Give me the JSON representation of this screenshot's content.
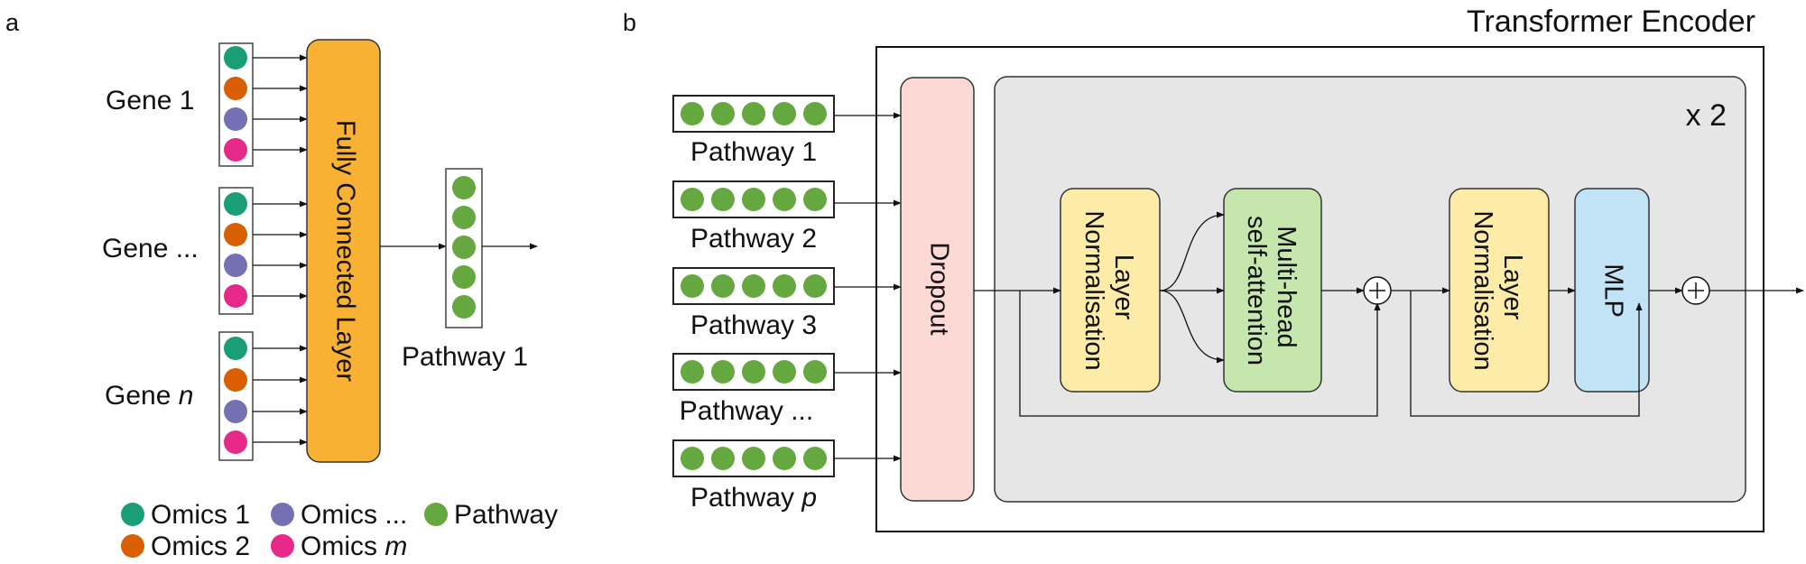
{
  "panel_a": {
    "label": "a",
    "genes": [
      "Gene 1",
      "Gene ...",
      "Gene "
    ],
    "gene_n_suffix": "n",
    "fc_label": "Fully Connected Layer",
    "pathway_label": "Pathway 1",
    "legend": {
      "omics1": "Omics 1",
      "omics_dots": "Omics ...",
      "pathway": "Pathway",
      "omics2": "Omics 2",
      "omicsm_prefix": "Omics ",
      "omicsm_suffix": "m"
    }
  },
  "panel_b": {
    "label": "b",
    "title": "Transformer Encoder",
    "pathways": [
      "Pathway 1",
      "Pathway 2",
      "Pathway 3",
      "Pathway ..."
    ],
    "pathway_p_prefix": "Pathway ",
    "pathway_p_suffix": "p",
    "dropout": "Dropout",
    "repeat": "x 2",
    "layer_norm_1": "Layer",
    "layer_norm_2": "Normalisation",
    "attention_1": "Multi-head",
    "attention_2": "self-attention",
    "mlp": "MLP"
  },
  "colors": {
    "omics1": "#1a9e77",
    "omics2": "#d95f02",
    "omics_mid": "#7570b3",
    "omicsm": "#e7298a",
    "pathway": "#66a840",
    "fc": "#f8b133",
    "dropout": "#fdd9d6",
    "inner_block": "#e6e6e6",
    "layer_norm": "#fdeba8",
    "attention": "#c5e6ad",
    "mlp": "#c2e2f6"
  }
}
